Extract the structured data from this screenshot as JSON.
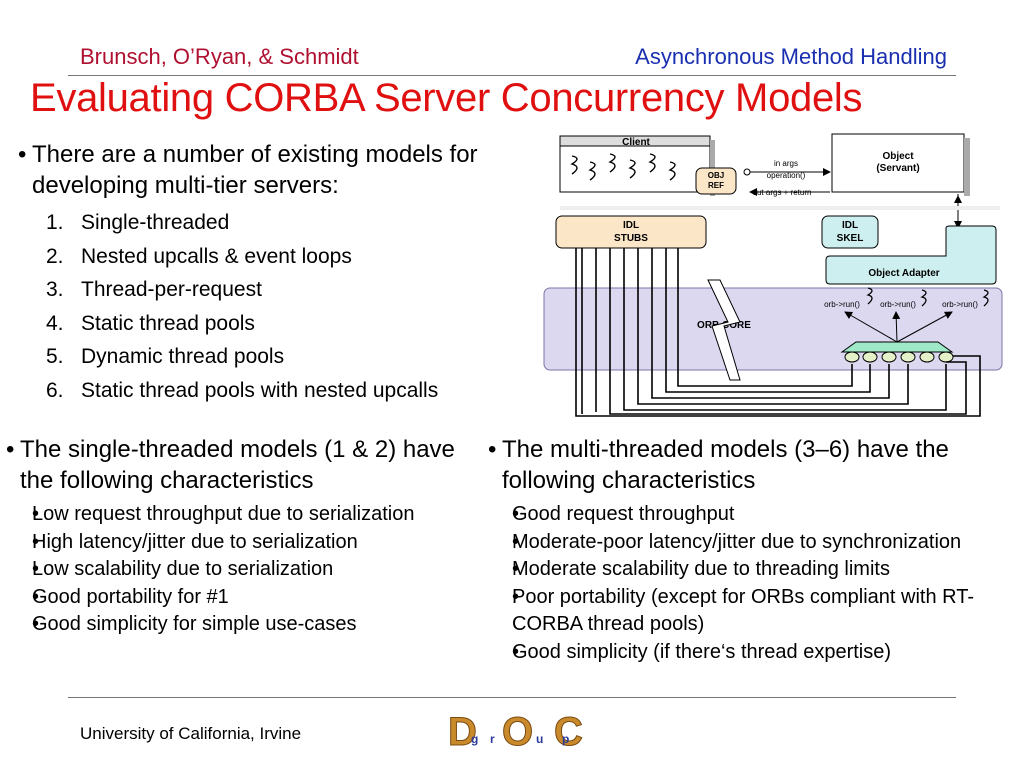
{
  "header": {
    "authors": "Brunsch, O’Ryan, & Schmidt",
    "topic": "Asynchronous Method Handling"
  },
  "title": "Evaluating CORBA Server Concurrency Models",
  "intro": {
    "bullet": "There are a number of existing models for developing multi-tier servers:",
    "models": [
      {
        "num": "1.",
        "text": "Single-threaded"
      },
      {
        "num": "2.",
        "text": "Nested upcalls & event loops"
      },
      {
        "num": "3.",
        "text": "Thread-per-request"
      },
      {
        "num": "4.",
        "text": "Static thread pools"
      },
      {
        "num": "5.",
        "text": "Dynamic thread pools"
      },
      {
        "num": "6.",
        "text": "Static thread pools with nested upcalls"
      }
    ]
  },
  "single": {
    "bullet": "The single-threaded models (1 & 2) have the following characteristics",
    "items": [
      "Low request throughput due to serialization",
      "High latency/jitter due to serialization",
      "Low scalability due to serialization",
      "Good portability for #1",
      "Good simplicity for simple use-cases"
    ]
  },
  "multi": {
    "bullet": "The multi-threaded models (3–6) have the following characteristics",
    "items": [
      "Good request throughput",
      "Moderate-poor latency/jitter due to synchronization",
      "Moderate scalability due to threading limits",
      "Poor portability (except for ORBs compliant with RT-CORBA thread pools)",
      "Good simplicity (if there‘s thread expertise)"
    ]
  },
  "diagram": {
    "client": "Client",
    "obj_ref_1": "OBJ",
    "obj_ref_2": "REF",
    "in_args": "in args",
    "operation": "operation()",
    "out_args": "out args + return",
    "servant_1": "Object",
    "servant_2": "(Servant)",
    "idl_stubs_1": "IDL",
    "idl_stubs_2": "STUBS",
    "idl_skel_1": "IDL",
    "idl_skel_2": "SKEL",
    "object_adapter": "Object Adapter",
    "orb_core": "ORB CORE",
    "run_1": "orb->run()",
    "run_2": "orb->run()",
    "run_3": "orb->run()"
  },
  "footer": {
    "institution": "University of California, Irvine",
    "logo_letters": [
      "D",
      "O",
      "C"
    ],
    "logo_small": [
      "g",
      "r",
      "u",
      "p"
    ],
    "colors": {
      "accent_red": "#e01010",
      "author_red": "#b01030",
      "topic_blue": "#1a2fb0",
      "logo_gold": "#c88a2a"
    }
  }
}
